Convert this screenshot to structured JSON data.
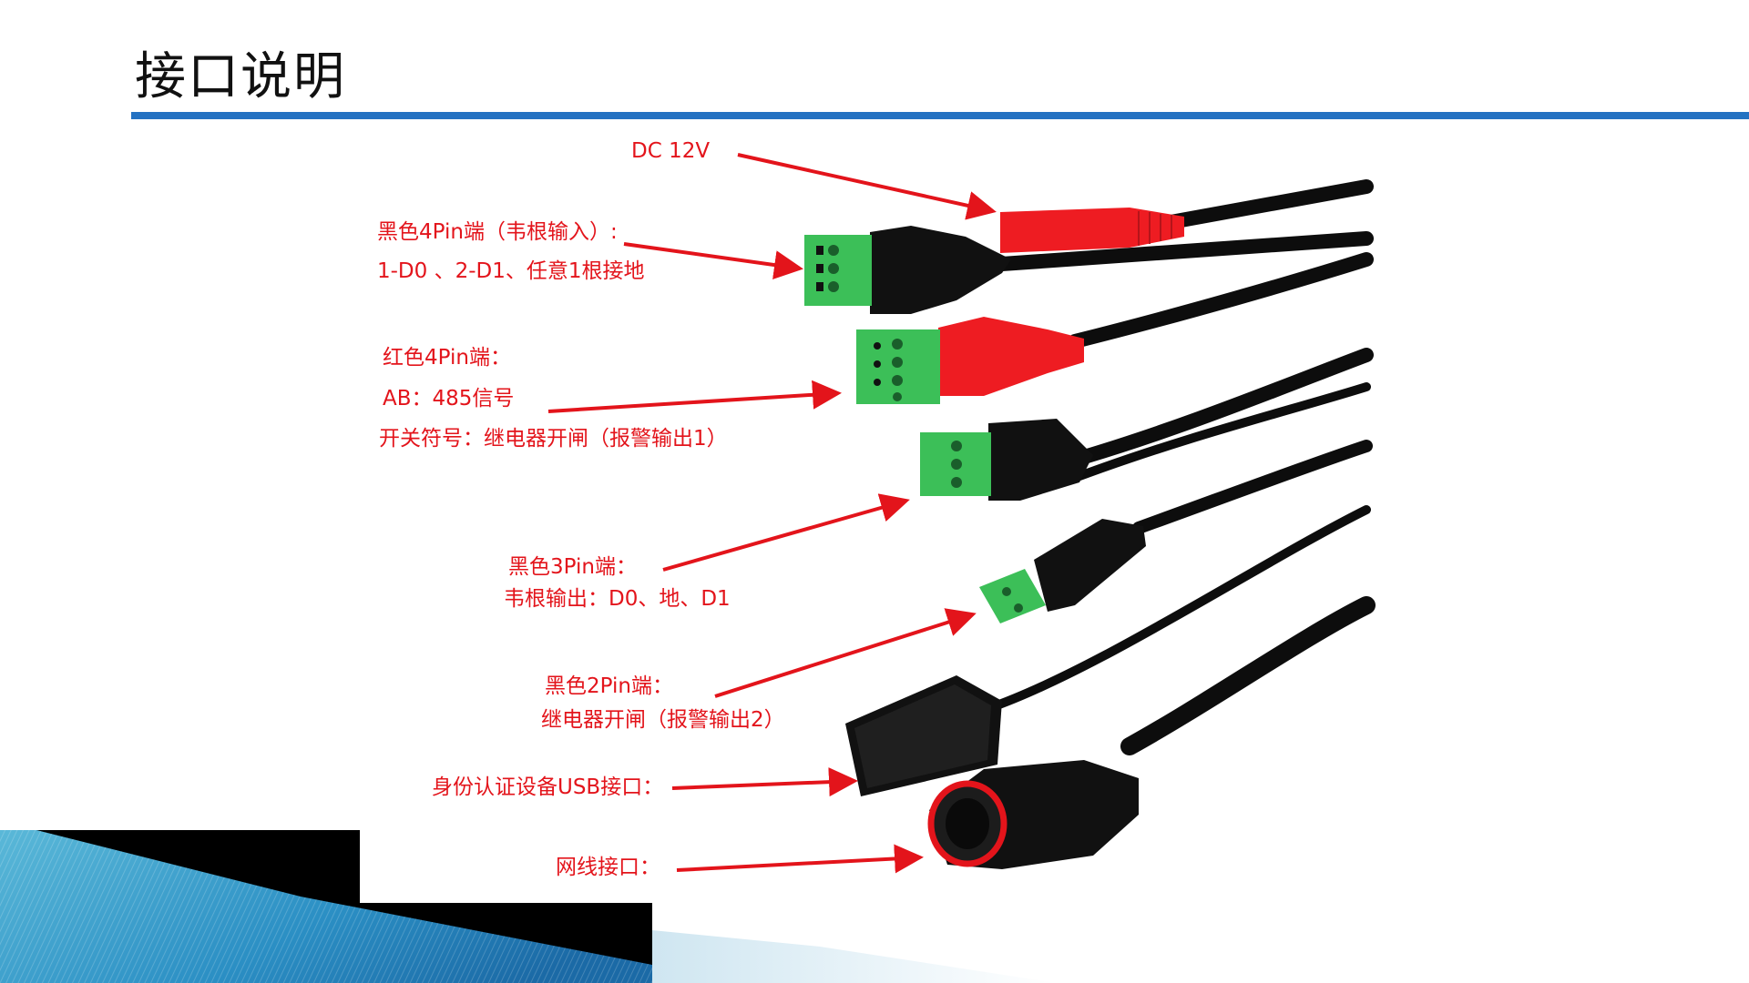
{
  "title": "接口说明",
  "colors": {
    "accent": "#2472c2",
    "label": "#e3141b",
    "arrow": "#e3141b",
    "cable": "#0d0d0d",
    "red_shell": "#ee1c22",
    "terminal_green": "#3cbf58"
  },
  "labels": {
    "dc": "DC  12V",
    "black4_line1": "黑色4Pin端（韦根输入）:",
    "black4_line2": "1-D0 、2-D1、任意1根接地",
    "red4_line1": "红色4Pin端：",
    "red4_line2": "AB：485信号",
    "red4_line3": "开关符号：继电器开闸（报警输出1）",
    "black3_line1": "黑色3Pin端：",
    "black3_line2": "韦根输出：D0、地、D1",
    "black2_line1": "黑色2Pin端：",
    "black2_line2": "继电器开闸（报警输出2）",
    "usb": "身份认证设备USB接口：",
    "net": "网线接口："
  }
}
